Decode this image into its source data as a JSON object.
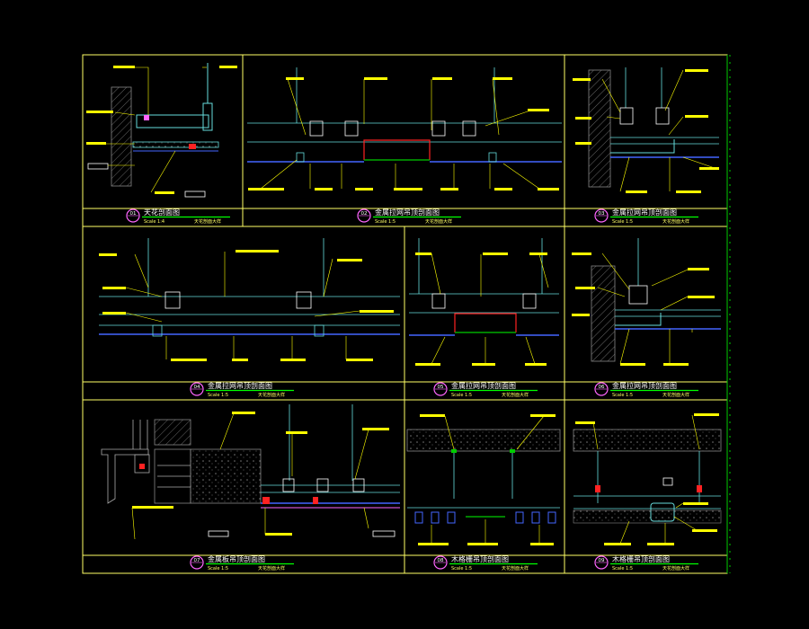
{
  "palette": {
    "background": "#000000",
    "frame": "#ffff66",
    "callout_bar": "#ffff00",
    "leader": "#ffff00",
    "structure": "#66dddd",
    "ceiling_grid": "#4466ff",
    "hot_detail": "#ff2222",
    "label_green": "#00cc00",
    "badge": "#ff66ff",
    "title_underline": "#00ff00",
    "hatch": "#555555"
  },
  "panels": [
    {
      "id": "p01",
      "num": "01",
      "title": "天花剖面图",
      "scale": "Scale 1:4",
      "note": "天花剖面大样"
    },
    {
      "id": "p02",
      "num": "02",
      "title": "金属拉网吊顶剖面图",
      "scale": "Scale 1:5",
      "note": "天花剖面大样"
    },
    {
      "id": "p03",
      "num": "03",
      "title": "金属拉网吊顶剖面图",
      "scale": "Scale 1:5",
      "note": "天花剖面大样"
    },
    {
      "id": "p04",
      "num": "04",
      "title": "金属拉网吊顶剖面图",
      "scale": "Scale 1:5",
      "note": "天花剖面大样"
    },
    {
      "id": "p05",
      "num": "05",
      "title": "金属拉网吊顶剖面图",
      "scale": "Scale 1:5",
      "note": "天花剖面大样"
    },
    {
      "id": "p06",
      "num": "06",
      "title": "金属拉网吊顶剖面图",
      "scale": "Scale 1:5",
      "note": "天花剖面大样"
    },
    {
      "id": "p07",
      "num": "07",
      "title": "金属板吊顶剖面图",
      "scale": "Scale 1:5",
      "note": "天花剖面大样"
    },
    {
      "id": "p08",
      "num": "08",
      "title": "木格栅吊顶剖面图",
      "scale": "Scale 1:5",
      "note": "天花剖面大样"
    },
    {
      "id": "p09",
      "num": "09",
      "title": "木格栅吊顶剖面图",
      "scale": "Scale 1:5",
      "note": "天花剖面大样"
    }
  ]
}
